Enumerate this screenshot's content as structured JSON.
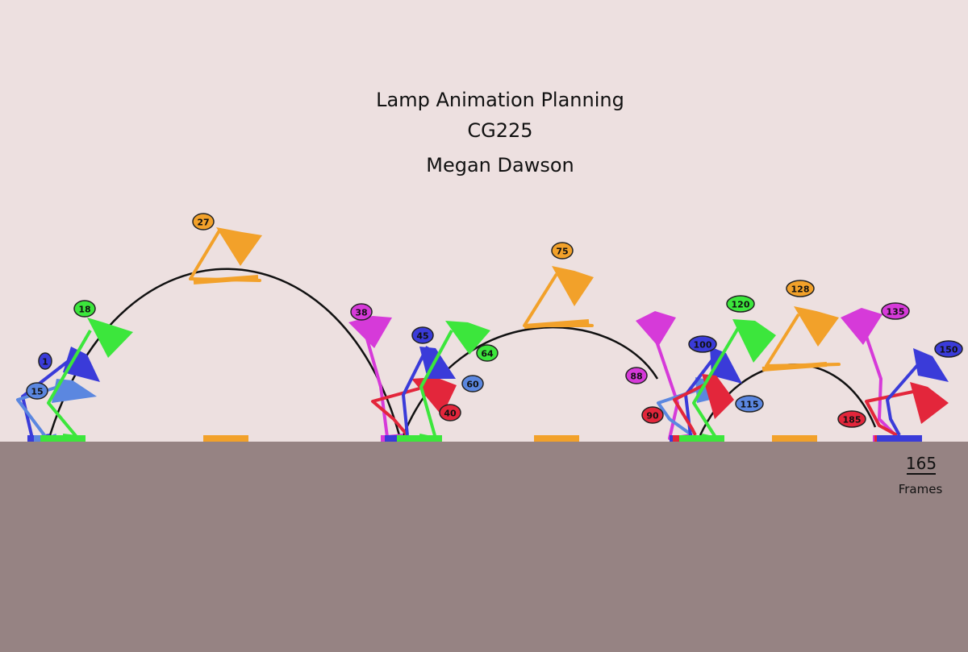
{
  "title": {
    "line1": "Lamp Animation Planning",
    "line2": "CG225",
    "line3": "Megan Dawson"
  },
  "footer": {
    "frames_count": "165",
    "frames_label": "Frames"
  },
  "colors": {
    "background": "#ede0e0",
    "ground": "#968383",
    "arc": "#111111"
  },
  "frame_markers": [
    {
      "label": "1",
      "color": "#3a3bd9"
    },
    {
      "label": "15",
      "color": "#5b87e0"
    },
    {
      "label": "18",
      "color": "#3ce63c"
    },
    {
      "label": "27",
      "color": "#f2a12a"
    },
    {
      "label": "38",
      "color": "#d63ad9"
    },
    {
      "label": "40",
      "color": "#e3263b"
    },
    {
      "label": "45",
      "color": "#3a3bd9"
    },
    {
      "label": "60",
      "color": "#5b87e0"
    },
    {
      "label": "64",
      "color": "#3ce63c"
    },
    {
      "label": "75",
      "color": "#f2a12a"
    },
    {
      "label": "88",
      "color": "#d63ad9"
    },
    {
      "label": "90",
      "color": "#e3263b"
    },
    {
      "label": "100",
      "color": "#3a3bd9"
    },
    {
      "label": "115",
      "color": "#5b87e0"
    },
    {
      "label": "120",
      "color": "#3ce63c"
    },
    {
      "label": "128",
      "color": "#f2a12a"
    },
    {
      "label": "135",
      "color": "#d63ad9"
    },
    {
      "label": "185",
      "color": "#e3263b"
    },
    {
      "label": "150",
      "color": "#3a3bd9"
    }
  ]
}
